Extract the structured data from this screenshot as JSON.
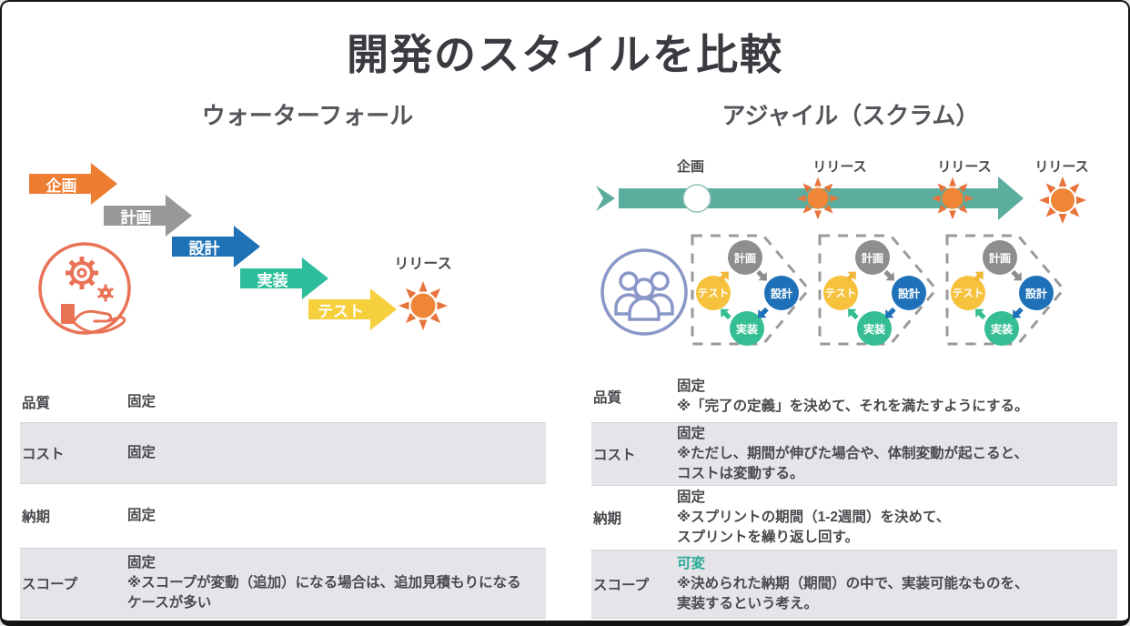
{
  "slide": {
    "title": "開発のスタイルを比較"
  },
  "colors": {
    "arrow_orange": "#ED7D31",
    "arrow_gray": "#989898",
    "arrow_blue": "#1F72B6",
    "arrow_teal": "#2FBE9B",
    "arrow_yellow": "#F6CF3D",
    "timeline_teal": "#5BAD9E",
    "sun_core": "#EF8637",
    "sun_rays": "#E8743C",
    "variable_text_teal": "#2BAB96",
    "table_row_gray": "#E4E4E9",
    "hand_icon_salmon": "#E97356",
    "team_icon_periwinkle": "#8A96C8"
  },
  "waterfall": {
    "heading": "ウォーターフォール",
    "steps": [
      {
        "label": "企画",
        "color": "#ED7D31"
      },
      {
        "label": "計画",
        "color": "#989898"
      },
      {
        "label": "設計",
        "color": "#1F72B6"
      },
      {
        "label": "実装",
        "color": "#2FBE9B"
      },
      {
        "label": "テスト",
        "color": "#F6CF3D"
      }
    ],
    "release_label": "リリース",
    "icon": "gear-in-hand-icon"
  },
  "agile": {
    "heading": "アジャイル（スクラム）",
    "icon": "team-icon",
    "timeline": {
      "start_label": "企画",
      "release_labels": [
        "リリース",
        "リリース",
        "リリース"
      ]
    },
    "cycle_phases": [
      {
        "label": "計画",
        "color": "#8E8E8E"
      },
      {
        "label": "設計",
        "color": "#1E71B8"
      },
      {
        "label": "実装",
        "color": "#35BE93"
      },
      {
        "label": "テスト",
        "color": "#F6C13D"
      }
    ]
  },
  "tables": {
    "waterfall": {
      "rows": [
        {
          "label": "品質",
          "lines": [
            "固定"
          ]
        },
        {
          "label": "コスト",
          "lines": [
            "固定"
          ]
        },
        {
          "label": "納期",
          "lines": [
            "固定"
          ]
        },
        {
          "label": "スコープ",
          "lines": [
            "固定",
            "※スコープが変動（追加）になる場合は、追加見積もりになる",
            "ケースが多い"
          ]
        }
      ]
    },
    "agile": {
      "rows": [
        {
          "label": "品質",
          "lines": [
            "固定",
            "※「完了の定義」を決めて、それを満たすようにする。"
          ]
        },
        {
          "label": "コスト",
          "lines": [
            "固定",
            "※ただし、期間が伸びた場合や、体制変動が起こると、",
            "コストは変動する。"
          ]
        },
        {
          "label": "納期",
          "lines": [
            "固定",
            "※スプリントの期間（1-2週間）を決めて、",
            "スプリントを繰り返し回す。"
          ]
        },
        {
          "label": "スコープ",
          "lines": [
            "可変",
            "※決められた納期（期間）の中で、実装可能なものを、",
            "実装するという考え。"
          ],
          "highlight_first": true
        }
      ]
    }
  }
}
